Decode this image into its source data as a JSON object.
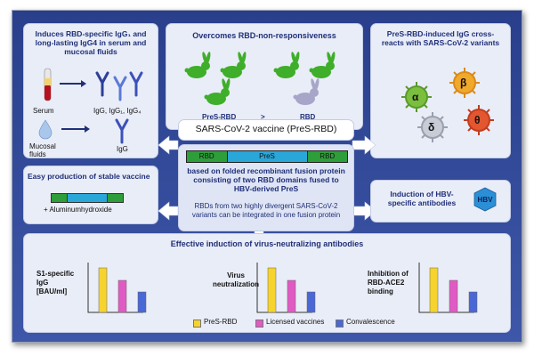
{
  "top_left": {
    "title": "Induces RBD-specific IgG₁ and long-lasting IgG4 in serum and mucosal fluids",
    "serum_label": "Serum",
    "serum_ig_label": "IgG, IgG₁, IgG₄",
    "mucosal_label": "Mucosal fluids",
    "mucosal_ig_label": "IgG"
  },
  "top_center": {
    "title": "Overcomes RBD-non-responsiveness",
    "left_label": "PreS-RBD",
    "compare": ">",
    "right_label": "RBD"
  },
  "top_right": {
    "title": "PreS-RBD-induced IgG cross-reacts with SARS-CoV-2 variants",
    "variants": [
      "α",
      "β",
      "δ",
      "θ"
    ]
  },
  "center": {
    "vaccine_title": "SARS-CoV-2 vaccine (PreS-RBD)",
    "segments": [
      "RBD",
      "PreS",
      "RBD"
    ],
    "desc_bold": "based on folded recombinant fusion protein consisting of two RBD domains fused to HBV-derived PreS",
    "desc_normal": "RBDs from two highly divergent SARS-CoV-2 variants can be integrated in one fusion protein"
  },
  "mid_left": {
    "title": "Easy production of stable vaccine",
    "adjuvant": "+ Aluminumhydroxide"
  },
  "mid_right": {
    "title": "Induction of HBV-specific antibodies",
    "badge": "HBV"
  },
  "bottom": {
    "title": "Effective induction of virus-neutralizing antibodies",
    "chart1_label": "S1-specific IgG [BAU/ml]",
    "chart2_label": "Virus neutralization",
    "chart3_label": "Inhibition of RBD-ACE2 binding",
    "legend": [
      "PreS-RBD",
      "Licensed vaccines",
      "Convalescence"
    ]
  },
  "colors": {
    "presrbd": "#f6d32d",
    "licensed": "#e05ac4",
    "convalescence": "#4a67d6",
    "rbd_segment": "#2e9e3a",
    "pres_segment": "#2aa7d9"
  },
  "chart_data": [
    {
      "type": "bar",
      "categories": [
        "PreS-RBD",
        "Licensed vaccines",
        "Convalescence"
      ],
      "values": [
        1.0,
        0.72,
        0.46
      ]
    },
    {
      "type": "bar",
      "categories": [
        "PreS-RBD",
        "Licensed vaccines",
        "Convalescence"
      ],
      "values": [
        1.0,
        0.72,
        0.46
      ]
    },
    {
      "type": "bar",
      "categories": [
        "PreS-RBD",
        "Licensed vaccines",
        "Convalescence"
      ],
      "values": [
        1.0,
        0.72,
        0.46
      ]
    }
  ]
}
